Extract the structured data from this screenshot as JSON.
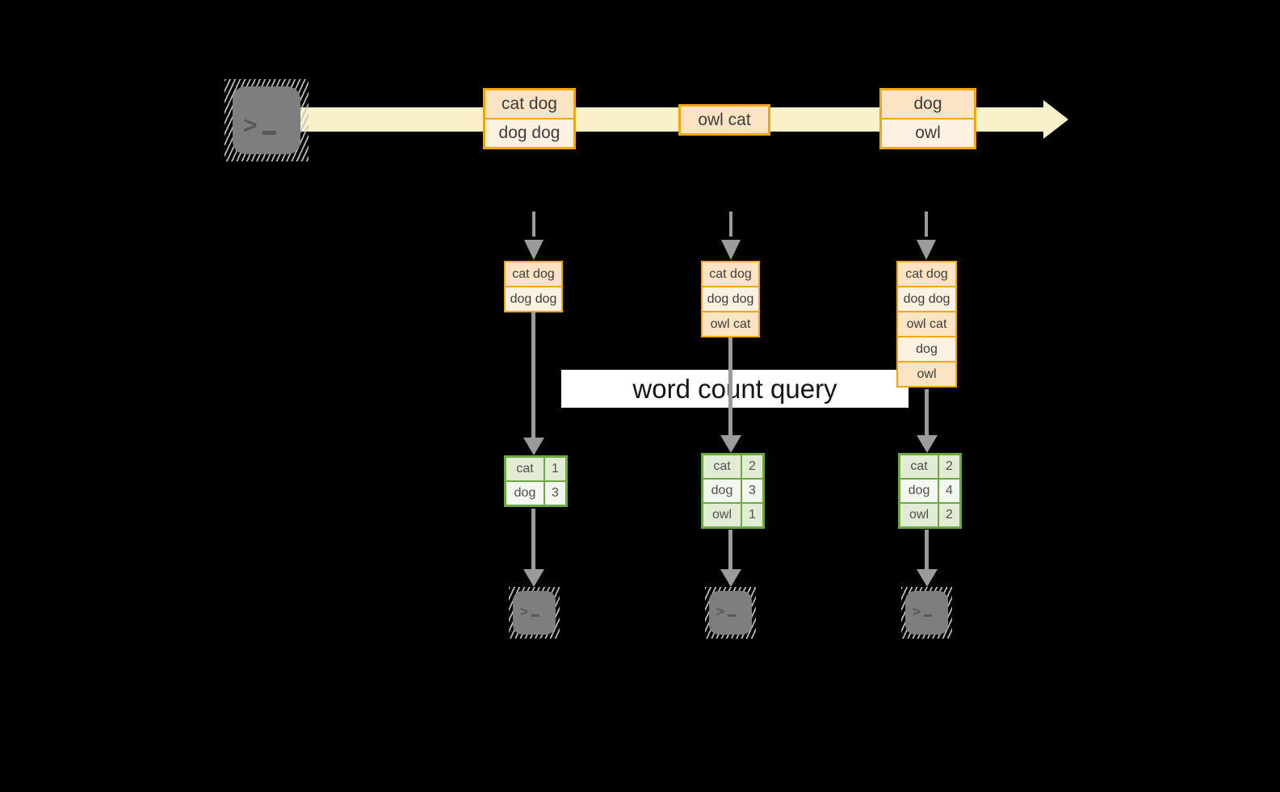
{
  "label": {
    "query": "word count query"
  },
  "glyphs": {
    "prompt": ">",
    "cursor_name": "cursor-bar"
  },
  "stream": {
    "batches": [
      {
        "rows": [
          "cat dog",
          "dog dog"
        ]
      },
      {
        "rows": [
          "owl cat"
        ]
      },
      {
        "rows": [
          "dog",
          "owl"
        ]
      }
    ]
  },
  "state": [
    {
      "rows": [
        "cat dog",
        "dog dog"
      ]
    },
    {
      "rows": [
        "cat dog",
        "dog dog",
        "owl cat"
      ]
    },
    {
      "rows": [
        "cat dog",
        "dog dog",
        "owl cat",
        "dog",
        "owl"
      ]
    }
  ],
  "counts": [
    {
      "rows": [
        {
          "word": "cat",
          "count": "1"
        },
        {
          "word": "dog",
          "count": "3"
        }
      ]
    },
    {
      "rows": [
        {
          "word": "cat",
          "count": "2"
        },
        {
          "word": "dog",
          "count": "3"
        },
        {
          "word": "owl",
          "count": "1"
        }
      ]
    },
    {
      "rows": [
        {
          "word": "cat",
          "count": "2"
        },
        {
          "word": "dog",
          "count": "4"
        },
        {
          "word": "owl",
          "count": "2"
        }
      ]
    }
  ],
  "colors": {
    "background": "#000000",
    "stream_band": "#FAF0CA",
    "orange_border": "#F2A60E",
    "peach_dark": "#FBE3C3",
    "peach_light": "#FDF2E2",
    "green_border": "#6DA843",
    "green_dark": "#E2ECD5",
    "green_light": "#F3F8EE",
    "arrow_gray": "#9B9B9B",
    "icon_gray": "#7E7E7E",
    "label_bg": "#FFFFFF"
  }
}
